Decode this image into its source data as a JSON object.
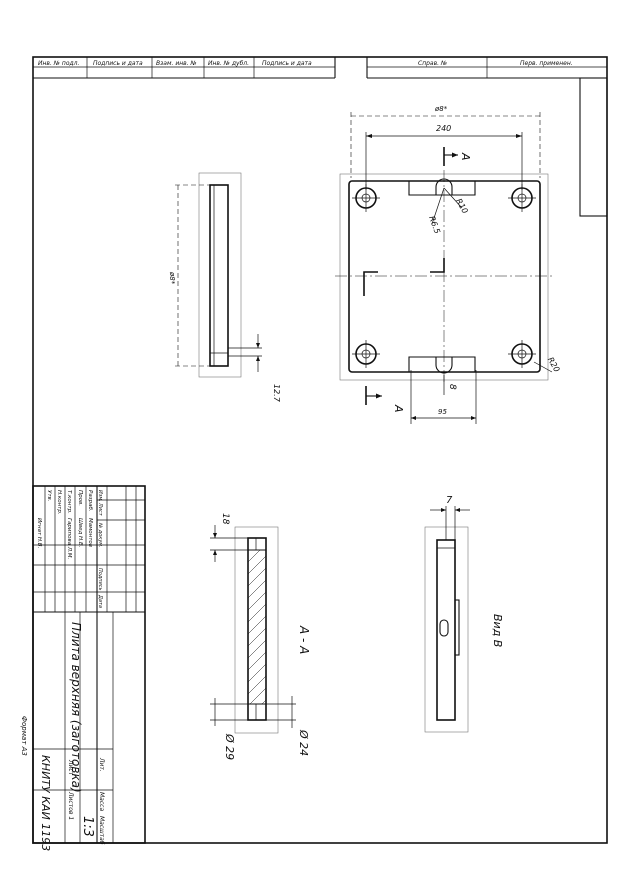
{
  "header": {
    "cells": [
      "Инв. № подл.",
      "Подпись и дата",
      "Взам. инв. №",
      "Инв. № дубл.",
      "Подпись и дата",
      "Справ. №",
      "Перв. применен."
    ]
  },
  "views": {
    "section_arrow_top": "А",
    "section_arrow_bottom": "А",
    "section_label": "А - А",
    "view_label": "Вид В",
    "dims": {
      "overall_top": "ø8*",
      "width": "240",
      "r10": "R10",
      "r6_5": "R6.5",
      "r20": "R20",
      "d8": "8",
      "d95": "95",
      "side_len": "ø8*",
      "side_small": "12.7",
      "t18": "18",
      "d29": "Ø 29",
      "d24": "Ø 24",
      "t7": "7"
    }
  },
  "title_block": {
    "rows_left": [
      "Изм.",
      "Лист",
      "№ докум.",
      "Подпись",
      "Дата"
    ],
    "roles": [
      "Разраб.",
      "Пров.",
      "Т.контр.",
      "Н.контр.",
      "Утв."
    ],
    "names": [
      "Мамонтов",
      "Швед Н.В.",
      "Гарипова Л.М."
    ],
    "sign_row_name": "Игнат Н.В.",
    "part_title": "Плита верхняя (заготовка)",
    "columns": [
      "Лит.",
      "Масса",
      "Масштаб"
    ],
    "scale": "1:3",
    "sheet": "Лист",
    "sheets": "Листов 1",
    "org": "КНИТУ КАИ 1193",
    "format": "Формат А3"
  }
}
